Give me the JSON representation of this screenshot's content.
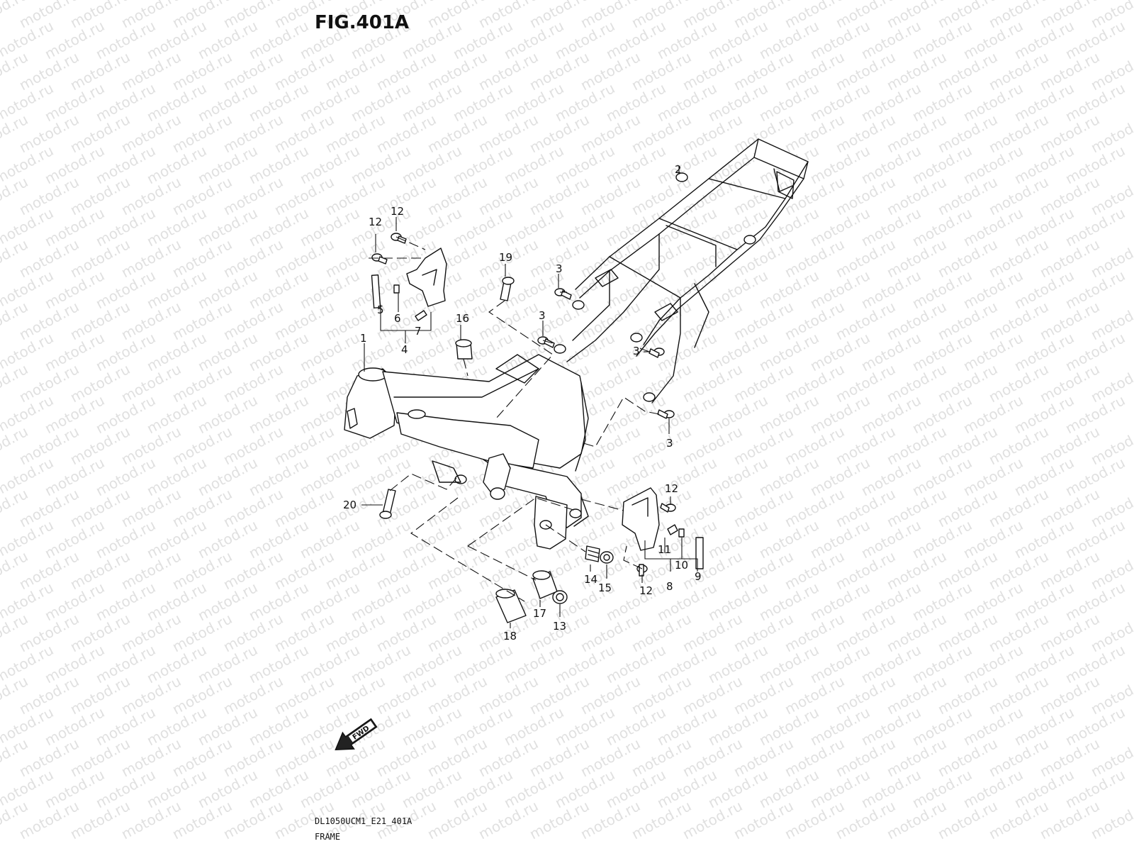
{
  "figure": {
    "title": "FIG.401A",
    "code": "DL1050UCM1_E21_401A",
    "section": "FRAME"
  },
  "fwd_arrow": {
    "label": "FWD",
    "icon": "forward-arrow-icon"
  },
  "watermark": {
    "text": "motod.ru"
  },
  "callouts": [
    {
      "id": "c-1",
      "label": "1"
    },
    {
      "id": "c-2",
      "label": "2"
    },
    {
      "id": "c-3a",
      "label": "3"
    },
    {
      "id": "c-3b",
      "label": "3"
    },
    {
      "id": "c-3c",
      "label": "3"
    },
    {
      "id": "c-3d",
      "label": "3"
    },
    {
      "id": "c-4",
      "label": "4"
    },
    {
      "id": "c-5",
      "label": "5"
    },
    {
      "id": "c-6",
      "label": "6"
    },
    {
      "id": "c-7",
      "label": "7"
    },
    {
      "id": "c-8",
      "label": "8"
    },
    {
      "id": "c-9",
      "label": "9"
    },
    {
      "id": "c-10",
      "label": "10"
    },
    {
      "id": "c-11",
      "label": "11"
    },
    {
      "id": "c-12a",
      "label": "12"
    },
    {
      "id": "c-12b",
      "label": "12"
    },
    {
      "id": "c-12c",
      "label": "12"
    },
    {
      "id": "c-12d",
      "label": "12"
    },
    {
      "id": "c-13",
      "label": "13"
    },
    {
      "id": "c-14",
      "label": "14"
    },
    {
      "id": "c-15",
      "label": "15"
    },
    {
      "id": "c-16",
      "label": "16"
    },
    {
      "id": "c-17",
      "label": "17"
    },
    {
      "id": "c-18",
      "label": "18"
    },
    {
      "id": "c-19",
      "label": "19"
    },
    {
      "id": "c-20",
      "label": "20"
    }
  ]
}
